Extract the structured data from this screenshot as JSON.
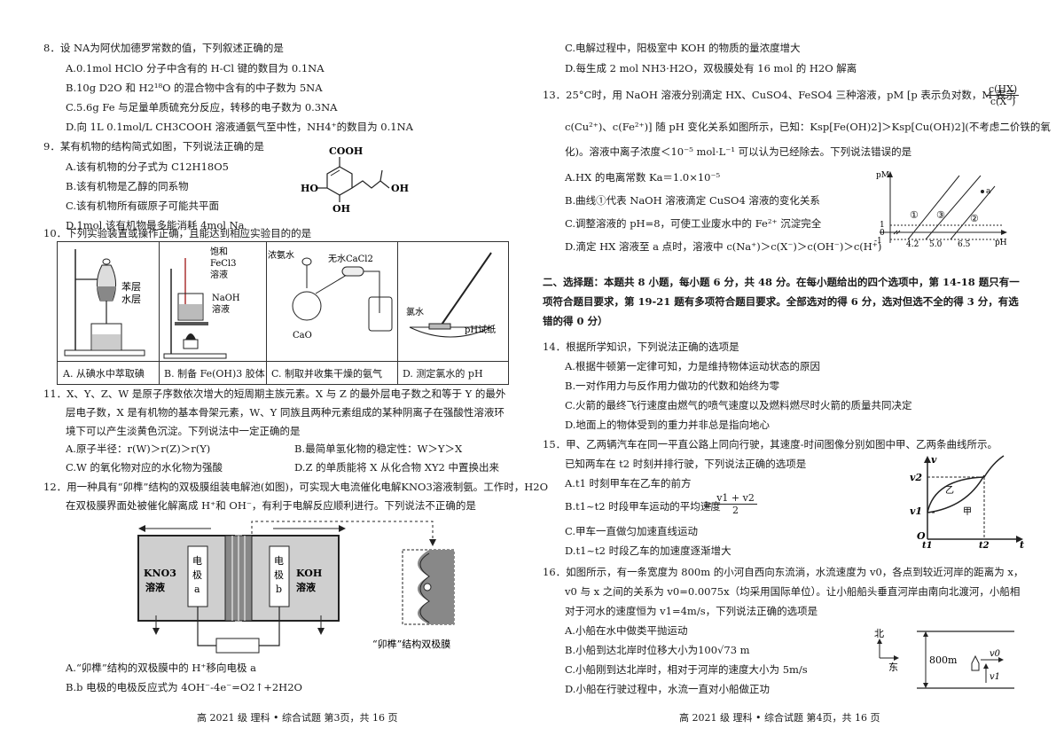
{
  "left": {
    "q8": {
      "stem": "8．设 NA为阿伏加德罗常数的值，下列叙述正确的是",
      "options": [
        "A.0.1mol HClO 分子中含有的 H-Cl 键的数目为 0.1NA",
        "B.10g D2O 和 H2¹⁸O 的混合物中含有的中子数为 5NA",
        "C.5.6g Fe 与足量单质硫充分反应，转移的电子数为 0.3NA",
        "D.向 1L 0.1mol/L CH3COOH 溶液通氨气至中性，NH4⁺的数目为 0.1NA"
      ]
    },
    "q9": {
      "stem": "9．某有机物的结构简式如图，下列说法正确的是",
      "options": [
        "A.该有机物的分子式为 C12H18O5",
        "B.该有机物是乙醇的同系物",
        "C.该有机物所有碳原子可能共平面",
        "D.1mol 该有机物最多能消耗 4mol Na"
      ],
      "structure_labels": [
        "COOH",
        "HO",
        "OH",
        "OH"
      ]
    },
    "q10": {
      "stem": "10．下列实验装置或操作正确，且能达到相应实验目的的是",
      "captions": [
        "A. 从碘水中萃取碘",
        "B. 制备 Fe(OH)3 胶体",
        "C. 制取并收集干燥的氨气",
        "D.  测定氯水的 pH"
      ],
      "labels_a": [
        "苯层",
        "水层"
      ],
      "labels_b": [
        "饱和",
        "FeCl3",
        "溶液",
        "NaOH",
        "溶液"
      ],
      "labels_c": [
        "浓氨水",
        "无水CaCl2",
        "CaO"
      ],
      "labels_d": [
        "氯水",
        "pH试纸"
      ]
    },
    "q11": {
      "lines": [
        "11．X、Y、Z、W 是原子序数依次增大的短周期主族元素。X 与 Z 的最外层电子数之和等于 Y 的最外",
        "层电子数，X 是有机物的基本骨架元素，W、Y 同族且两种元素组成的某种阴离子在强酸性溶液环",
        "境下可以产生淡黄色沉淀。下列说法中一定正确的是"
      ],
      "options": [
        "A.原子半径：r(W)＞r(Z)＞r(Y)",
        "B.最简单氢化物的稳定性：W＞Y＞X",
        "C.W 的氧化物对应的水化物为强酸",
        "D.Z 的单质能将 X 从化合物 XY2 中置换出来"
      ]
    },
    "q12": {
      "lines": [
        "12．用一种具有“卯榫”结构的双极膜组装电解池(如图)，可实现大电流催化电解KNO3溶液制氨。工作时，H2O",
        "在双极膜界面处被催化解离成 H⁺和 OH⁻，有利于电解反应顺利进行。下列说法不正确的是"
      ],
      "diagram_labels": [
        "KNO3",
        "溶液",
        "电",
        "极",
        "a",
        "电",
        "极",
        "b",
        "KOH",
        "溶液"
      ],
      "membrane_caption": "“卯榫”结构双极膜",
      "options": [
        "A.“卯榫”结构的双极膜中的 H⁺移向电极 a",
        "B.b 电极的电极反应式为 4OH⁻-4e⁻=O2↑+2H2O"
      ]
    },
    "footer": "高 2021 级  理科 • 综合试题  第3页，共 16 页"
  },
  "right": {
    "q12_cont": [
      "C.电解过程中，阳极室中 KOH 的物质的量浓度增大",
      "D.每生成 2 mol NH3·H2O，双极膜处有 16 mol 的 H2O 解离"
    ],
    "q13": {
      "lines": [
        "13．25°C时，用 NaOH 溶液分别滴定 HX、CuSO4、FeSO4 三种溶液，pM [p 表示负对数，M 表示",
        "c(Cu²⁺)、c(Fe²⁺)] 随 pH 变化关系如图所示，已知：Ksp[Fe(OH)2]＞Ksp[Cu(OH)2](不考虑二价铁的氧",
        "化)。溶液中离子浓度＜10⁻⁵ mol·L⁻¹ 可以认为已经除去。下列说法错误的是"
      ],
      "fraction_num": "c(HX)",
      "fraction_den": "c(X⁻)",
      "options": [
        "A.HX 的电离常数 Ka＝1.0×10⁻⁵",
        "B.曲线①代表 NaOH 溶液滴定 CuSO4 溶液的变化关系",
        "C.调整溶液的 pH=8，可使工业废水中的 Fe²⁺ 沉淀完全",
        "D.滴定 HX 溶液至 a 点时，溶液中 c(Na⁺)＞c(X⁻)＞c(OH⁻)＞c(H⁺)"
      ],
      "graph": {
        "y_label": "pM",
        "x_label": "pH",
        "x_ticks": [
          "4.2",
          "5.0",
          "6.5"
        ],
        "y_ticks": [
          "1",
          "0",
          "-1"
        ],
        "curve_labels": [
          "①",
          "③",
          "②"
        ],
        "point_label": "a"
      }
    },
    "section2": [
      "二、选择题：本题共 8 小题，每小题 6 分，共 48 分。在每小题给出的四个选项中，第 14-18 题只有一",
      "项符合题目要求，第 19-21 题有多项符合题目要求。全部选对的得 6 分，选对但选不全的得 3 分，有选",
      "错的得 0 分）"
    ],
    "q14": {
      "stem": "14．根据所学知识，下列说法正确的选项是",
      "options": [
        "A.根据牛顿第一定律可知，力是维持物体运动状态的原因",
        "B.一对作用力与反作用力做功的代数和始终为零",
        "C.火箭的最终飞行速度由燃气的喷气速度以及燃料燃尽时火箭的质量共同决定",
        "D.地面上的物体受到的重力并非总是指向地心"
      ]
    },
    "q15": {
      "lines": [
        "15．甲、乙两辆汽车在同一平直公路上同向行驶，其速度-时间图像分别如图中甲、乙两条曲线所示。",
        "已知两车在 t2 时刻并排行驶，下列说法正确的选项是"
      ],
      "options": [
        "A.t1 时刻甲车在乙车的前方",
        "B.t1~t2 时段甲车运动的平均速度",
        "C.甲车一直做匀加速直线运动",
        "D.t1~t2 时段乙车的加速度逐渐增大"
      ],
      "formula_num": "v1 + v2",
      "formula_den": "2",
      "graph_labels": [
        "v",
        "v2",
        "v1",
        "O",
        "t1",
        "t2",
        "t",
        "乙",
        "甲"
      ]
    },
    "q16": {
      "lines": [
        "16．如图所示，有一条宽度为 800m 的小河自西向东流淌，水流速度为 v0，各点到较近河岸的距离为 x，",
        "v0 与 x 之间的关系为 v0=0.0075x（均采用国际单位）。让小船船头垂直河岸由南向北渡河，小船相",
        "对于河水的速度恒为 v1=4m/s，下列说法正确的选项是"
      ],
      "options": [
        "A.小船在水中做类平抛运动",
        "B.小船到达北岸时位移大小为100√73 m",
        "C.小船刚到达北岸时，相对于河岸的速度大小为 5m/s",
        "D.小船在行驶过程中，水流一直对小船做正功"
      ],
      "diagram_labels": [
        "北",
        "东",
        "800m",
        "v0",
        "v1"
      ]
    },
    "footer": "高 2021 级  理科 • 综合试题  第4页，共 16 页"
  }
}
